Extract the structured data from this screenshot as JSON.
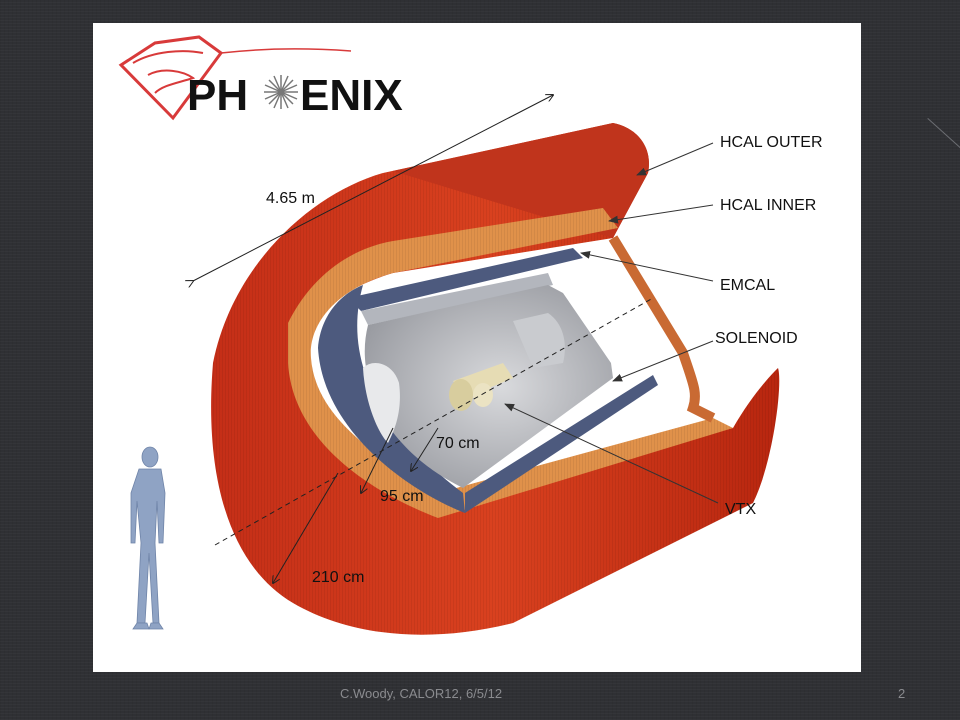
{
  "logo": {
    "text_left": "PH",
    "text_right": "ENIX"
  },
  "labels": {
    "hcal_outer": "HCAL OUTER",
    "hcal_inner": "HCAL INNER",
    "emcal": "EMCAL",
    "solenoid": "SOLENOID",
    "vtx": "VTX"
  },
  "dimensions": {
    "length": "4.65 m",
    "r1": "70 cm",
    "r2": "95 cm",
    "r3": "210 cm"
  },
  "footer": {
    "text": "C.Woody, CALOR12, 6/5/12",
    "page": "2"
  },
  "colors": {
    "hcal_outer": "#d93a1f",
    "hcal_inner": "#e0914a",
    "emcal": "#4d5a7e",
    "solenoid": "#b3b6bd",
    "vtx": "#e6dcb4"
  }
}
